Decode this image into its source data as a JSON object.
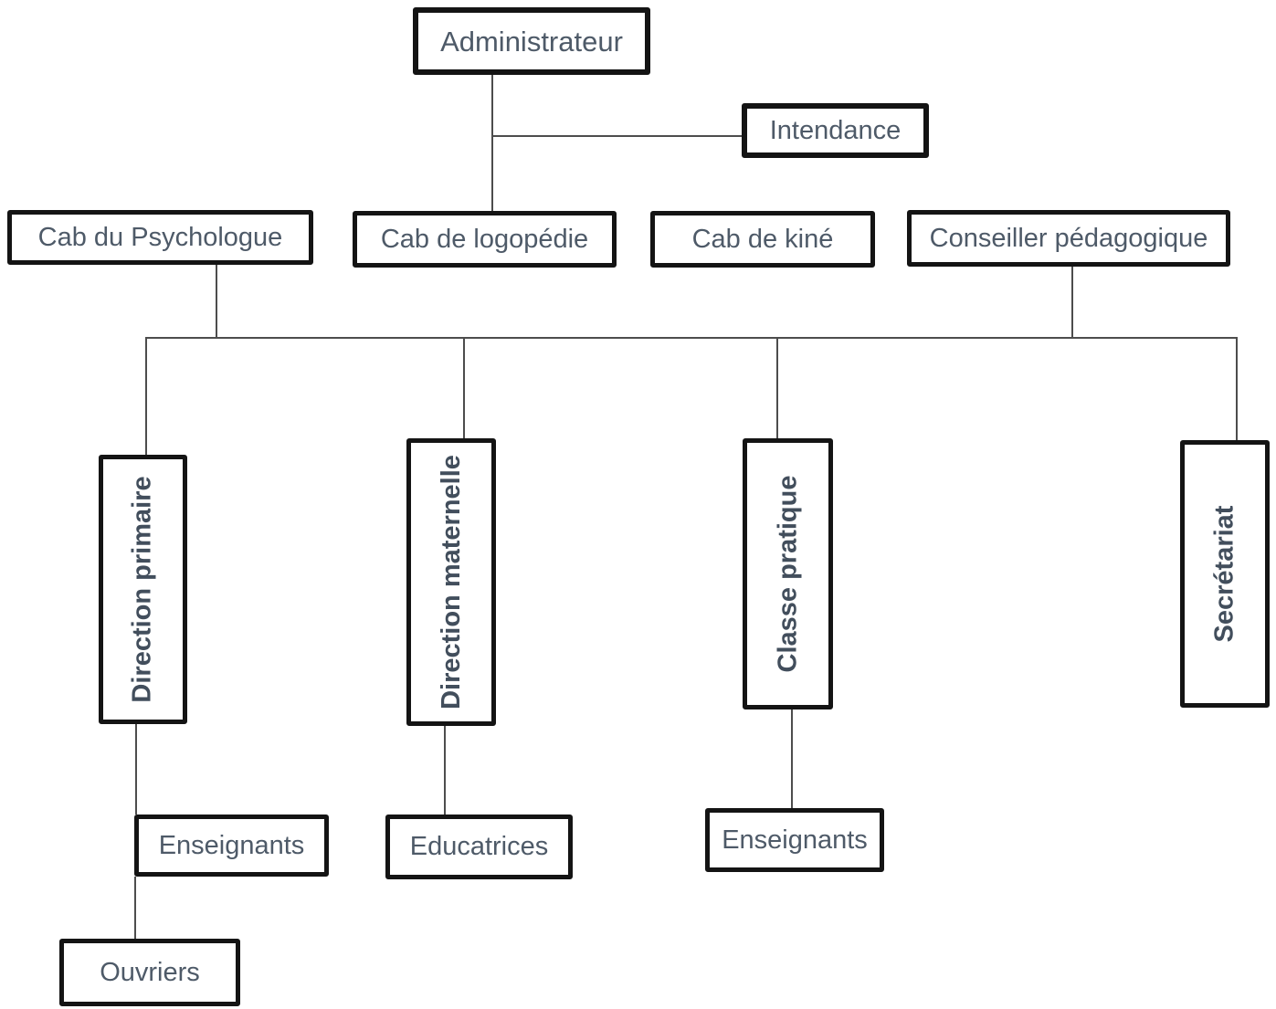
{
  "diagram": {
    "type": "organizational-chart",
    "language": "fr",
    "colors": {
      "background": "#ffffff",
      "box_border": "#141414",
      "box_fill": "#ffffff",
      "label_text": "#4e5a68",
      "connector_line": "#4d4d4d"
    },
    "nodes": {
      "administrateur": {
        "label": "Administrateur",
        "orientation": "horizontal"
      },
      "intendance": {
        "label": "Intendance",
        "orientation": "horizontal"
      },
      "cab_psychologue": {
        "label": "Cab du Psychologue",
        "orientation": "horizontal"
      },
      "cab_logopedie": {
        "label": "Cab de logopédie",
        "orientation": "horizontal"
      },
      "cab_kine": {
        "label": "Cab de kiné",
        "orientation": "horizontal"
      },
      "conseiller_pedagogique": {
        "label": "Conseiller pédagogique",
        "orientation": "horizontal"
      },
      "direction_primaire": {
        "label": "Direction primaire",
        "orientation": "vertical-bold"
      },
      "direction_maternelle": {
        "label": "Direction maternelle",
        "orientation": "vertical-bold"
      },
      "classe_pratique": {
        "label": "Classe pratique",
        "orientation": "vertical-bold"
      },
      "secretariat": {
        "label": "Secrétariat",
        "orientation": "vertical-bold"
      },
      "enseignants_primaire": {
        "label": "Enseignants",
        "orientation": "horizontal"
      },
      "educatrices": {
        "label": "Educatrices",
        "orientation": "horizontal"
      },
      "enseignants_pratique": {
        "label": "Enseignants",
        "orientation": "horizontal"
      },
      "ouvriers": {
        "label": "Ouvriers",
        "orientation": "horizontal"
      }
    },
    "edges": [
      {
        "from": "administrateur",
        "to": "intendance"
      },
      {
        "from": "administrateur",
        "to": "cab_logopedie"
      },
      {
        "from": "cab_psychologue",
        "to": "shared-bus"
      },
      {
        "from": "conseiller_pedagogique",
        "to": "shared-bus"
      },
      {
        "from": "shared-bus",
        "to": "direction_primaire"
      },
      {
        "from": "shared-bus",
        "to": "direction_maternelle"
      },
      {
        "from": "shared-bus",
        "to": "classe_pratique"
      },
      {
        "from": "shared-bus",
        "to": "secretariat"
      },
      {
        "from": "direction_primaire",
        "to": "enseignants_primaire"
      },
      {
        "from": "enseignants_primaire",
        "to": "ouvriers"
      },
      {
        "from": "direction_maternelle",
        "to": "educatrices"
      },
      {
        "from": "classe_pratique",
        "to": "enseignants_pratique"
      }
    ],
    "unconnected_nodes": [
      "cab_kine"
    ]
  }
}
